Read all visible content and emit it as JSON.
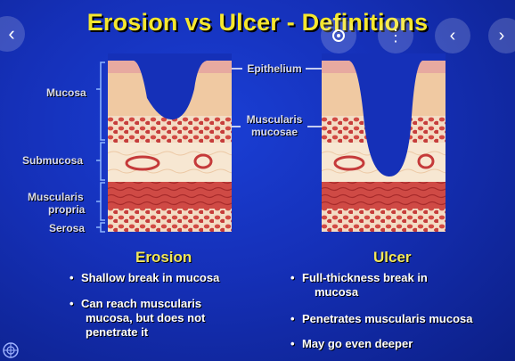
{
  "title": "Erosion vs Ulcer - Definitions",
  "labels": {
    "epithelium": "Epithelium",
    "muscularis_mucosae_1": "Muscularis",
    "muscularis_mucosae_2": "mucosae",
    "mucosa": "Mucosa",
    "submucosa": "Submucosa",
    "muscularis_propria_1": "Muscularis",
    "muscularis_propria_2": "propria",
    "serosa": "Serosa"
  },
  "erosion": {
    "heading": "Erosion",
    "bullets": [
      [
        "Shallow break in mucosa"
      ],
      [
        "Can reach muscularis",
        "mucosa, but does not",
        "penetrate it"
      ]
    ]
  },
  "ulcer": {
    "heading": "Ulcer",
    "bullets": [
      [
        "Full-thickness break in",
        "mucosa"
      ],
      [
        "Penetrates muscularis mucosa"
      ],
      [
        "May go even deeper"
      ]
    ]
  },
  "colors": {
    "background": "#1530b8",
    "title": "#f5e72e",
    "heading": "#f1e65a",
    "epithelium": "#f0d0a8",
    "muscle": "#c83a3a"
  },
  "icons": [
    "close-icon",
    "lens-icon",
    "more-vert-icon",
    "chevron-left-icon",
    "chevron-right-icon",
    "seal-icon"
  ]
}
